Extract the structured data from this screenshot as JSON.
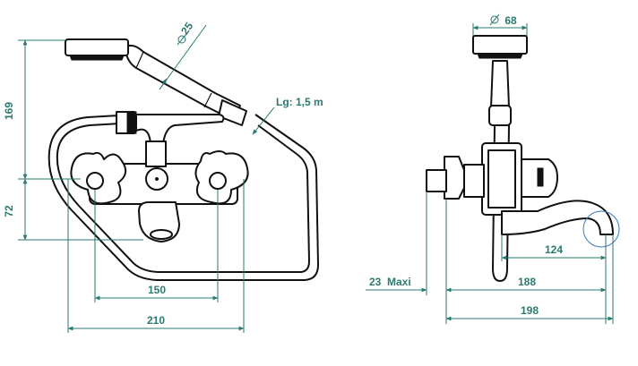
{
  "dimensions": {
    "shower_head_diameter": "25",
    "hose_length": "Lg: 1,5 m",
    "height_total": "169",
    "height_spout": "72",
    "width_handles": "150",
    "width_total_front": "210",
    "side_head_diameter": "68",
    "side_spout_124": "124",
    "side_188": "188",
    "side_198": "198",
    "wall_max": "23  Maxi"
  },
  "colors": {
    "dimension": "#2a7a70",
    "outline": "#111111"
  },
  "icons": [
    "diameter-icon"
  ]
}
